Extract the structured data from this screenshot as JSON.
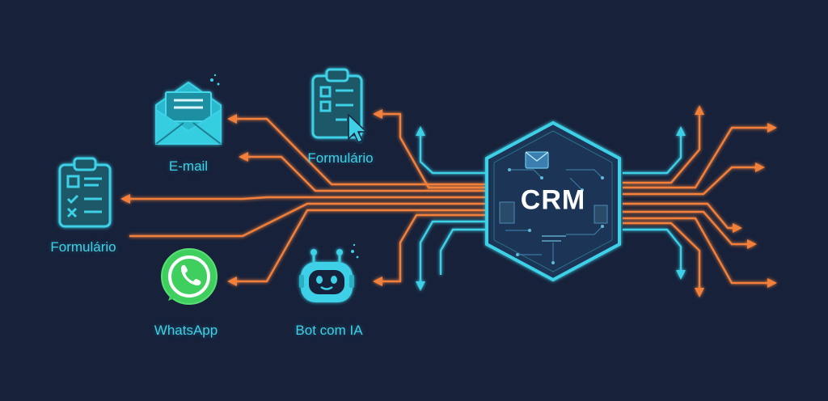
{
  "hub": {
    "label": "CRM"
  },
  "nodes": {
    "form_left": "Formulário",
    "email": "E-mail",
    "whatsapp": "WhatsApp",
    "form_top": "Formulário",
    "bot": "Bot com IA"
  },
  "colors": {
    "background": "#17213a",
    "orange": "#f2803a",
    "cyan": "#3ed0e6",
    "hub_fill": "#1f3656",
    "whatsapp": "#3fcf5f"
  },
  "icons": [
    "clipboard-icon",
    "envelope-icon",
    "whatsapp-icon",
    "clipboard-cursor-icon",
    "robot-icon",
    "mail-icon"
  ]
}
